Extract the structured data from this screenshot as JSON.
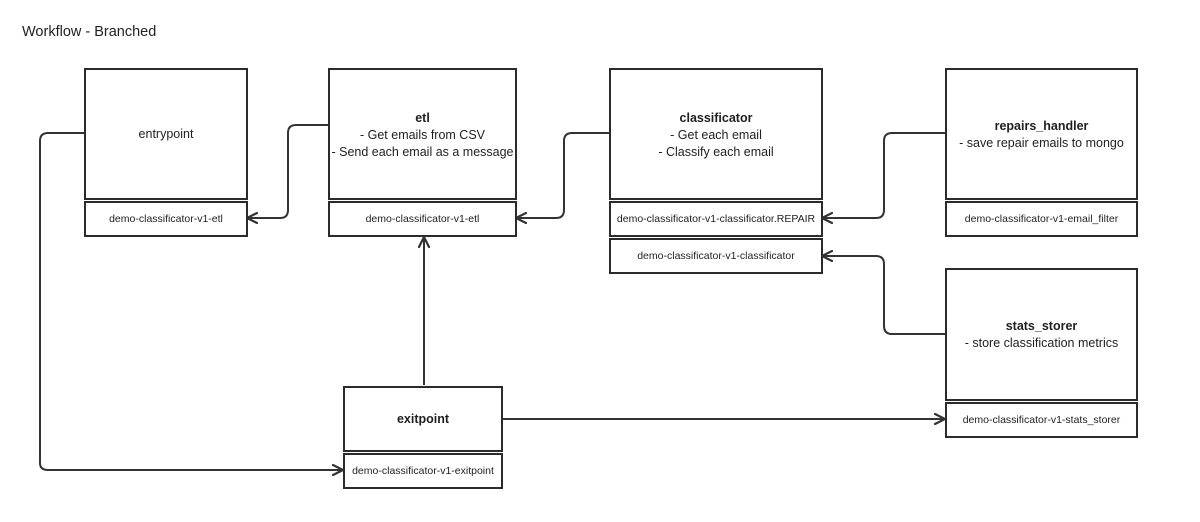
{
  "diagram": {
    "title": "Workflow - Branched",
    "line_color": "#333333",
    "nodes": {
      "entrypoint": {
        "name": "entrypoint",
        "details": [],
        "topic": "demo-classificator-v1-etl"
      },
      "etl": {
        "name": "etl",
        "details": [
          "- Get emails from CSV",
          "- Send each email as a message"
        ],
        "topic": "demo-classificator-v1-etl"
      },
      "classificator": {
        "name": "classificator",
        "details": [
          "- Get each email",
          "- Classify each email"
        ],
        "topics": [
          "demo-classificator-v1-classificator.REPAIR",
          "demo-classificator-v1-classificator"
        ]
      },
      "repairs_handler": {
        "name": "repairs_handler",
        "details": [
          "- save repair emails to mongo"
        ],
        "topic": "demo-classificator-v1-email_filter"
      },
      "stats_storer": {
        "name": "stats_storer",
        "details": [
          "- store classification metrics"
        ],
        "topic": "demo-classificator-v1-stats_storer"
      },
      "exitpoint": {
        "name": "exitpoint",
        "details": [],
        "topic": "demo-classificator-v1-exitpoint"
      }
    },
    "edges": [
      {
        "from": "entrypoint",
        "to": "exitpoint.topic"
      },
      {
        "from": "etl",
        "to": "entrypoint.topic"
      },
      {
        "from": "classificator",
        "to": "etl.topic"
      },
      {
        "from": "repairs_handler",
        "to": "classificator.topics.0"
      },
      {
        "from": "stats_storer",
        "to": "classificator.topics.1"
      },
      {
        "from": "exitpoint",
        "to": "etl.topic"
      },
      {
        "from": "exitpoint",
        "to": "stats_storer.topic"
      }
    ]
  }
}
